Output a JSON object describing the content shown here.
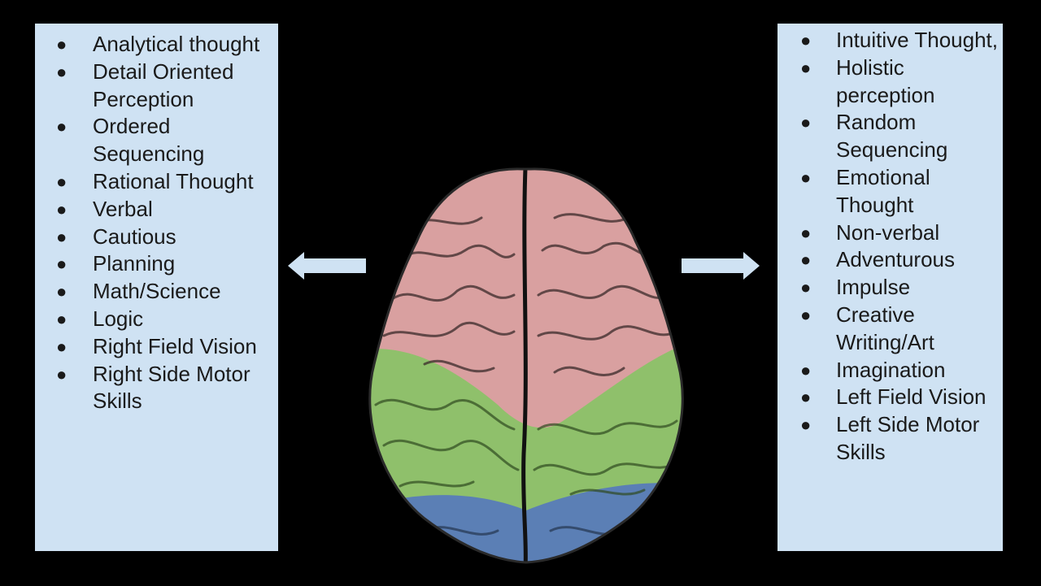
{
  "left_panel": {
    "items": [
      "Analytical thought",
      "Detail Oriented Perception",
      "Ordered Sequencing",
      "Rational Thought",
      "Verbal",
      "Cautious",
      "Planning",
      "Math/Science",
      "Logic",
      "Right Field Vision",
      "Right Side Motor Skills"
    ]
  },
  "right_panel": {
    "items": [
      "Intuitive Thought,",
      "Holistic perception",
      "Random Sequencing",
      "Emotional Thought",
      "Non-verbal",
      "Adventurous",
      "Impulse",
      "Creative Writing/Art",
      "Imagination",
      "Left Field Vision",
      "Left Side Motor Skills"
    ]
  },
  "bullet_glyph": "●",
  "colors": {
    "background": "#000000",
    "panel": "#cfe2f3",
    "arrow": "#cfe2f3",
    "frontal_lobe": "#d9a0a0",
    "parietal_lobe": "#8fc06b",
    "occipital_lobe": "#5b7fb5"
  },
  "icons": {
    "left_arrow": "arrow-left-icon",
    "right_arrow": "arrow-right-icon",
    "brain": "brain-illustration"
  }
}
